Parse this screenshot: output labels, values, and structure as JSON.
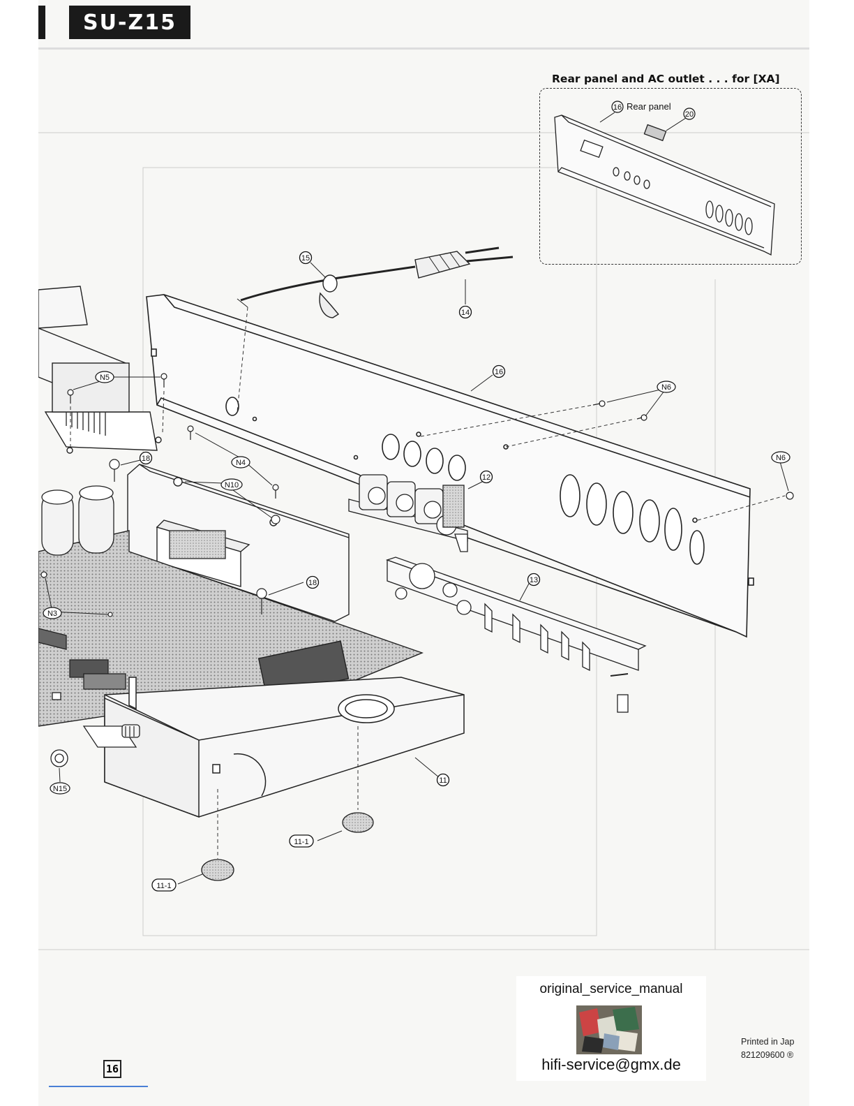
{
  "header": {
    "model_title": "SU-Z15"
  },
  "inset": {
    "caption": "Rear panel and AC outlet . . .  for [XA]",
    "rear_panel_label": "Rear panel",
    "callouts": [
      "16",
      "20"
    ]
  },
  "callouts": {
    "c15": "15",
    "c14": "14",
    "c16": "16",
    "c12": "12",
    "c13": "13",
    "c11": "11",
    "c18a": "18",
    "c18b": "18",
    "c11_1a": "11-1",
    "c11_1b": "11-1"
  },
  "nut_labels": {
    "n5": "N5",
    "n4": "N4",
    "n10": "N10",
    "n3": "N3",
    "n6a": "N6",
    "n6b": "N6",
    "n15": "N15"
  },
  "watermark": {
    "top_text": "original_service_manual",
    "bottom_text": "hifi-service@gmx.de"
  },
  "footer": {
    "printed_in": "Printed in Jap",
    "part_code": "821209600 ®",
    "page_number": "16"
  }
}
